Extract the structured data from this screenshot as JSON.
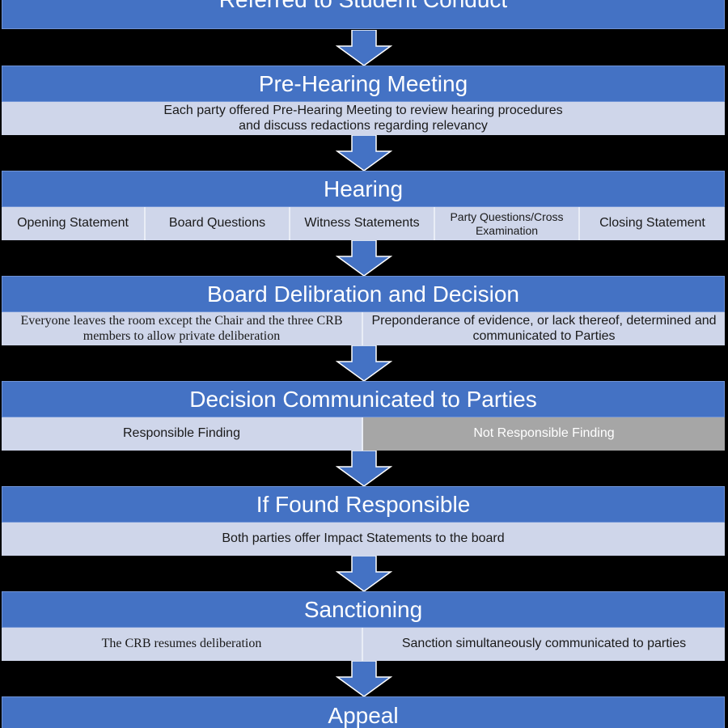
{
  "colors": {
    "header_blue": "#4472c4",
    "cell_light": "#cfd6ea",
    "cell_gray": "#a6a6a6",
    "background": "#000000"
  },
  "steps": {
    "referred": {
      "title": "Referred to Student Conduct"
    },
    "pre_hearing": {
      "title": "Pre-Hearing Meeting",
      "line1": "Each party offered Pre-Hearing Meeting to review hearing procedures",
      "line2": "and discuss redactions regarding relevancy"
    },
    "hearing": {
      "title": "Hearing",
      "items": [
        "Opening Statement",
        "Board Questions",
        "Witness Statements",
        "Party Questions/Cross Examination",
        "Closing Statement"
      ]
    },
    "deliberation": {
      "title": "Board Delibration and Decision",
      "left": "Everyone leaves the room except the Chair and the three CRB members to allow private deliberation",
      "right": "Preponderance of evidence, or lack thereof, determined and communicated to Parties"
    },
    "decision": {
      "title": "Decision Communicated to Parties",
      "left": "Responsible Finding",
      "right": "Not Responsible Finding"
    },
    "responsible": {
      "title": "If Found Responsible",
      "text": "Both parties offer Impact Statements to the board"
    },
    "sanctioning": {
      "title": "Sanctioning",
      "left": "The CRB resumes deliberation",
      "right": "Sanction simultaneously communicated to parties"
    },
    "appeal": {
      "title": "Appeal"
    }
  }
}
